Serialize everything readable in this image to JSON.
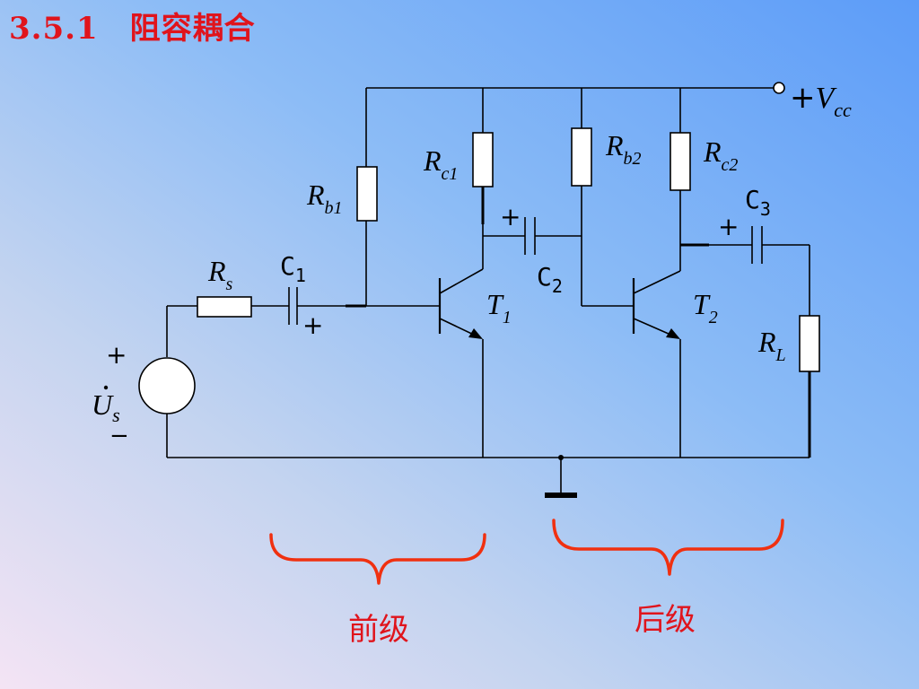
{
  "title": "3.5.1　阻容耦合",
  "supply": {
    "plus": "+",
    "V": "V",
    "sub": "cc"
  },
  "resistors": {
    "Rs": {
      "main": "R",
      "sub": "s"
    },
    "Rb1": {
      "main": "R",
      "sub": "b1"
    },
    "Rc1": {
      "main": "R",
      "sub": "c1"
    },
    "Rb2": {
      "main": "R",
      "sub": "b2"
    },
    "Rc2": {
      "main": "R",
      "sub": "c2"
    },
    "RL": {
      "main": "R",
      "sub": "L"
    }
  },
  "capacitors": {
    "C1": {
      "main": "C",
      "sub": "1"
    },
    "C2": {
      "main": "C",
      "sub": "2"
    },
    "C3": {
      "main": "C",
      "sub": "3"
    }
  },
  "transistors": {
    "T1": {
      "main": "T",
      "sub": "1"
    },
    "T2": {
      "main": "T",
      "sub": "2"
    }
  },
  "source": {
    "main": "U",
    "sub": "s",
    "plus": "+",
    "minus": "−"
  },
  "polarity": {
    "plus": "+"
  },
  "stages": {
    "front": "前级",
    "rear": "后级"
  },
  "colors": {
    "title": "#e0141c",
    "brace": "#f03010",
    "stage_text": "#e0141c"
  }
}
